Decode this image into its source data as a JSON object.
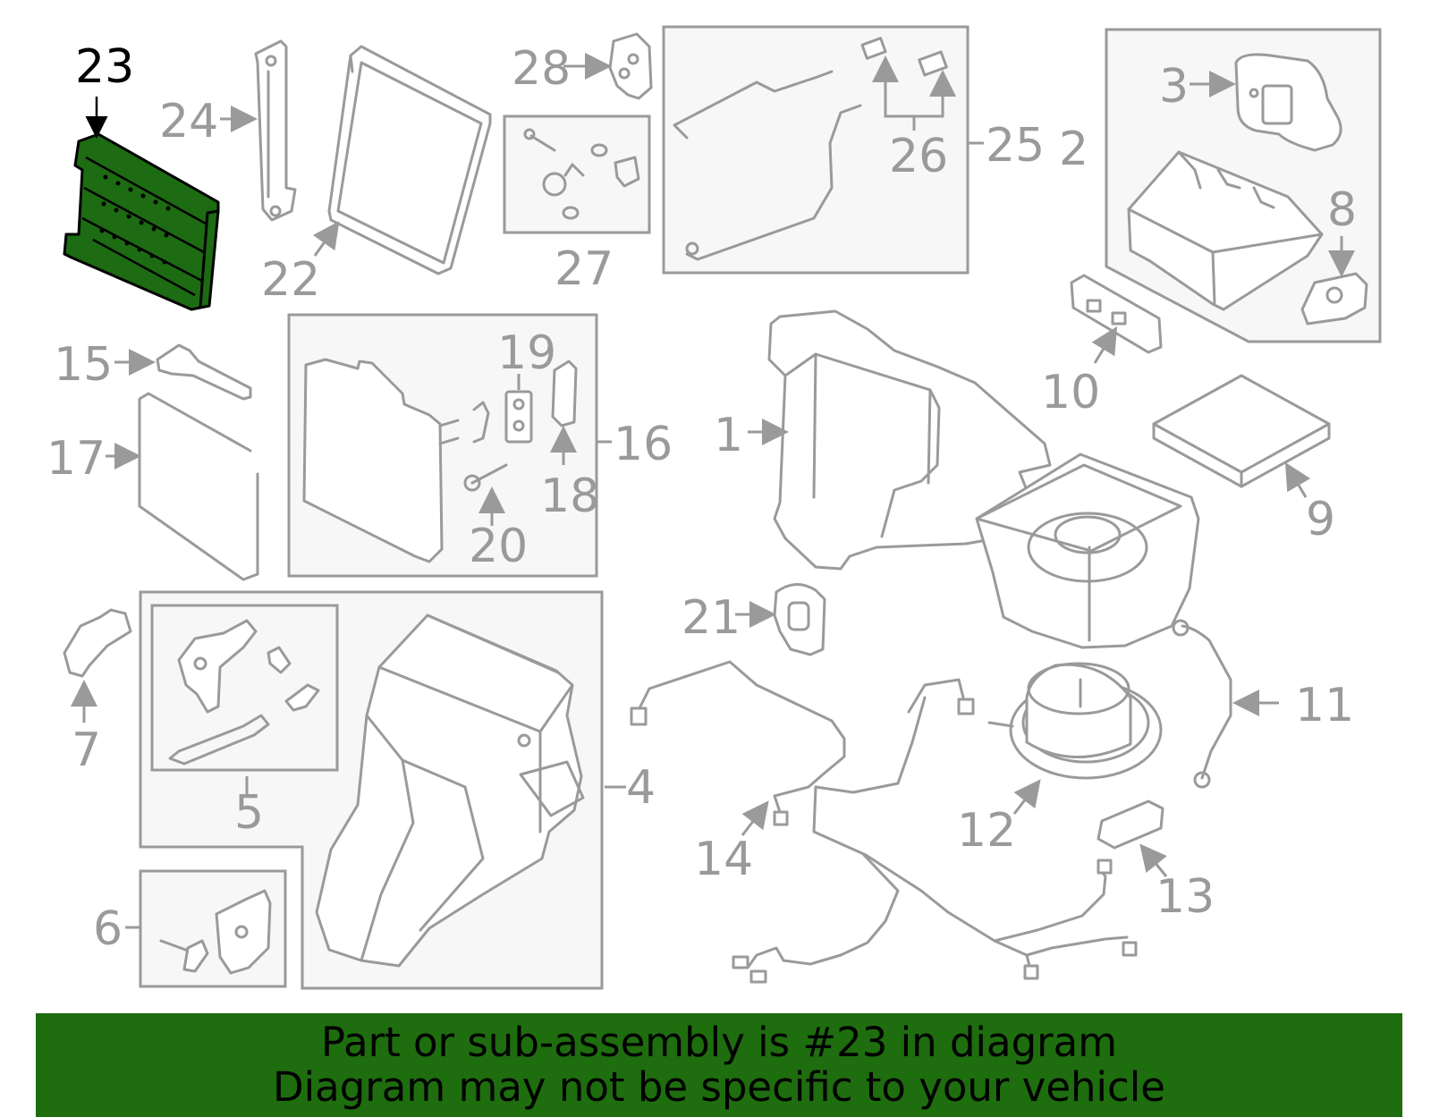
{
  "diagram": {
    "highlighted_part": "23",
    "labels": {
      "p1": "1",
      "p2": "2",
      "p3": "3",
      "p4": "4",
      "p5": "5",
      "p6": "6",
      "p7": "7",
      "p8": "8",
      "p9": "9",
      "p10": "10",
      "p11": "11",
      "p12": "12",
      "p13": "13",
      "p14": "14",
      "p15": "15",
      "p16": "16",
      "p17": "17",
      "p18": "18",
      "p19": "19",
      "p20": "20",
      "p21": "21",
      "p22": "22",
      "p23": "23",
      "p24": "24",
      "p25": "25",
      "p26": "26",
      "p27": "27",
      "p28": "28"
    },
    "colors": {
      "highlight": "#1d6b12",
      "banner": "#1e6d0e",
      "parts": "#9a9a9a"
    }
  },
  "banner": {
    "line1": "Part or sub-assembly is #23 in diagram",
    "line2": "Diagram may not be specific to your vehicle"
  }
}
